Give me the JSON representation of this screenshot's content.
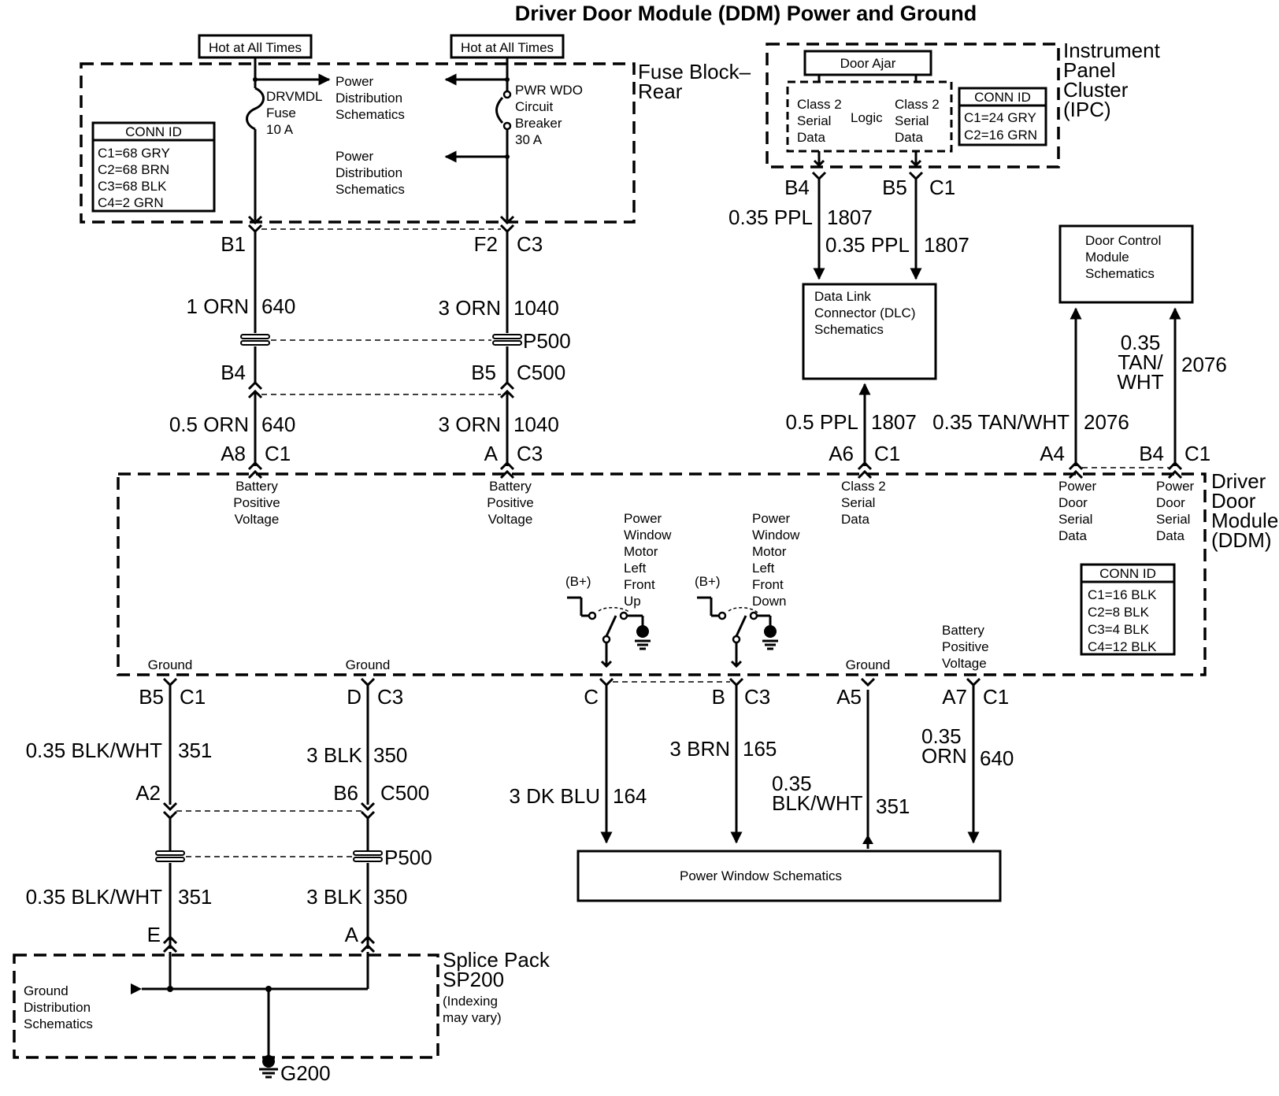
{
  "title": "Driver Door Module (DDM) Power and Ground",
  "fuse_block": {
    "name": "Fuse Block–\nRear",
    "hot_1": "Hot at All Times",
    "hot_2": "Hot at All Times",
    "fuse": "DRVMDL\nFuse\n10 A",
    "breaker": "PWR WDO\nCircuit\nBreaker\n30 A",
    "pd_1": "Power\nDistribution\nSchematics",
    "pd_2": "Power\nDistribution\nSchematics",
    "conn_title": "CONN ID",
    "conn_rows": [
      "C1=68 GRY",
      "C2=68 BRN",
      "C3=68 BLK",
      "C4=2 GRN"
    ]
  },
  "ipc": {
    "name": "Instrument\nPanel\nCluster\n(IPC)",
    "door_ajar": "Door Ajar",
    "class2_left": "Class 2\nSerial\nData",
    "logic": "Logic",
    "class2_right": "Class 2\nSerial\nData",
    "conn_title": "CONN ID",
    "conn_rows": [
      "C1=24 GRY",
      "C2=16 GRN"
    ]
  },
  "dlc": "Data Link\nConnector (DLC)\nSchematics",
  "door_control": "Door Control\nModule\nSchematics",
  "ddm": {
    "name": "Driver\nDoor\nModule\n(DDM)",
    "batt_1": "Battery\nPositive\nVoltage",
    "batt_2": "Battery\nPositive\nVoltage",
    "batt_3": "Battery\nPositive\nVoltage",
    "class2": "Class 2\nSerial\nData",
    "pd_serial_1": "Power\nDoor\nSerial\nData",
    "pd_serial_2": "Power\nDoor\nSerial\nData",
    "pwm_up": "Power\nWindow\nMotor\nLeft\nFront\nUp",
    "pwm_down": "Power\nWindow\nMotor\nLeft\nFront\nDown",
    "bplus": "(B+)",
    "ground_1": "Ground",
    "ground_2": "Ground",
    "ground_3": "Ground",
    "conn_title": "CONN ID",
    "conn_rows": [
      "C1=16 BLK",
      "C2=8 BLK",
      "C3=4 BLK",
      "C4=12 BLK"
    ]
  },
  "power_window": "Power Window Schematics",
  "splice": {
    "name": "Splice Pack\nSP200",
    "note": "(Indexing\nmay vary)",
    "gd": "Ground\nDistribution\nSchematics",
    "ground": "G200"
  },
  "pins": {
    "b1": "B1",
    "f2": "F2",
    "c3_top": "C3",
    "p500_top": "P500",
    "b4_top": "B4",
    "b5_top": "B5",
    "c500_top": "C500",
    "a8": "A8",
    "c1_a8": "C1",
    "a": "A",
    "c3_a": "C3",
    "ipc_b4": "B4",
    "ipc_b5": "B5",
    "ipc_c1": "C1",
    "a6": "A6",
    "c1_a6": "C1",
    "a4": "A4",
    "b4_ddm": "B4",
    "c1_b4": "C1",
    "b5_bot": "B5",
    "c1_b5": "C1",
    "d": "D",
    "c3_d": "C3",
    "c_pin": "C",
    "b_pin": "B",
    "c3_b": "C3",
    "a5": "A5",
    "a7": "A7",
    "c1_a7": "C1",
    "a2": "A2",
    "b6": "B6",
    "c500_bot": "C500",
    "p500_bot": "P500",
    "e": "E",
    "a_bot": "A"
  },
  "wires": {
    "w1": "1 ORN",
    "c640a": "640",
    "w2": "3 ORN",
    "c1040a": "1040",
    "w3": "0.5 ORN",
    "c640b": "640",
    "w4": "3 ORN",
    "c1040b": "1040",
    "w5": "0.35 PPL",
    "c1807a": "1807",
    "w6": "0.35 PPL",
    "c1807b": "1807",
    "w7": "0.5 PPL",
    "c1807c": "1807",
    "w8": "0.35 TAN/WHT",
    "c2076a": "2076",
    "w9": "0.35\nTAN/\nWHT",
    "c2076b": "2076",
    "w10": "0.35 BLK/WHT",
    "c351a": "351",
    "w11": "3 BLK",
    "c350a": "350",
    "w12": "3 DK BLU",
    "c164": "164",
    "w13": "3 BRN",
    "c165": "165",
    "w14": "0.35\nBLK/WHT",
    "c351c": "351",
    "w15": "0.35\nORN",
    "c640c": "640",
    "w16": "0.35 BLK/WHT",
    "c351b": "351",
    "w17": "3 BLK",
    "c350b": "350"
  }
}
